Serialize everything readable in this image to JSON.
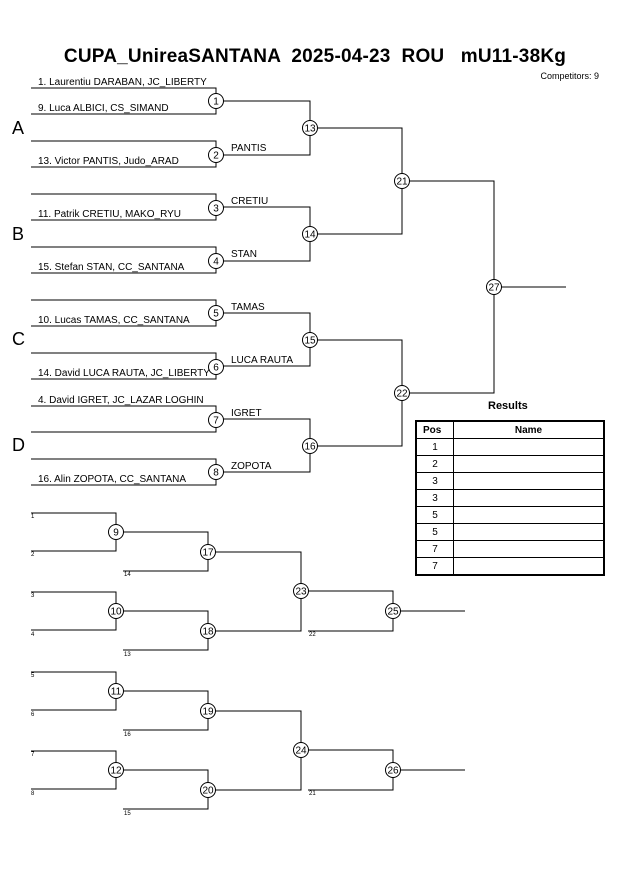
{
  "header": {
    "title": "CUPA_UnireaSANTANA  2025-04-23  ROU   mU11-38Kg",
    "competitors": "Competitors: 9"
  },
  "pools": [
    "A",
    "B",
    "C",
    "D"
  ],
  "main_bracket": {
    "entries": [
      "1. Laurentiu DARABAN, JC_LIBERTY",
      "9. Luca ALBICI, CS_SIMAND",
      "13. Victor PANTIS, Judo_ARAD",
      "11. Patrik CRETIU, MAKO_RYU",
      "15. Stefan STAN, CC_SANTANA",
      "10. Lucas TAMAS, CC_SANTANA",
      "14. David LUCA RAUTA, JC_LIBERTY",
      "4. David IGRET, JC_LAZAR LOGHIN",
      "16. Alin ZOPOTA, CC_SANTANA"
    ],
    "winners": {
      "2": "PANTIS",
      "3": "CRETIU",
      "4": "STAN",
      "5": "TAMAS",
      "6": "LUCA RAUTA",
      "7": "IGRET",
      "8": "ZOPOTA"
    },
    "match_numbers": [
      "1",
      "2",
      "3",
      "4",
      "5",
      "6",
      "7",
      "8",
      "13",
      "14",
      "15",
      "16",
      "21",
      "22",
      "27"
    ]
  },
  "repechage": {
    "match_numbers": [
      "9",
      "10",
      "17",
      "18",
      "23",
      "25",
      "11",
      "12",
      "19",
      "20",
      "24",
      "26"
    ],
    "small_labels": [
      "1",
      "2",
      "14",
      "3",
      "4",
      "13",
      "22",
      "5",
      "6",
      "16",
      "7",
      "8",
      "15",
      "21"
    ]
  },
  "results": {
    "title": "Results",
    "headers": [
      "Pos",
      "Name"
    ],
    "rows": [
      {
        "pos": "1",
        "name": ""
      },
      {
        "pos": "2",
        "name": ""
      },
      {
        "pos": "3",
        "name": ""
      },
      {
        "pos": "3",
        "name": ""
      },
      {
        "pos": "5",
        "name": ""
      },
      {
        "pos": "5",
        "name": ""
      },
      {
        "pos": "7",
        "name": ""
      },
      {
        "pos": "7",
        "name": ""
      }
    ]
  }
}
